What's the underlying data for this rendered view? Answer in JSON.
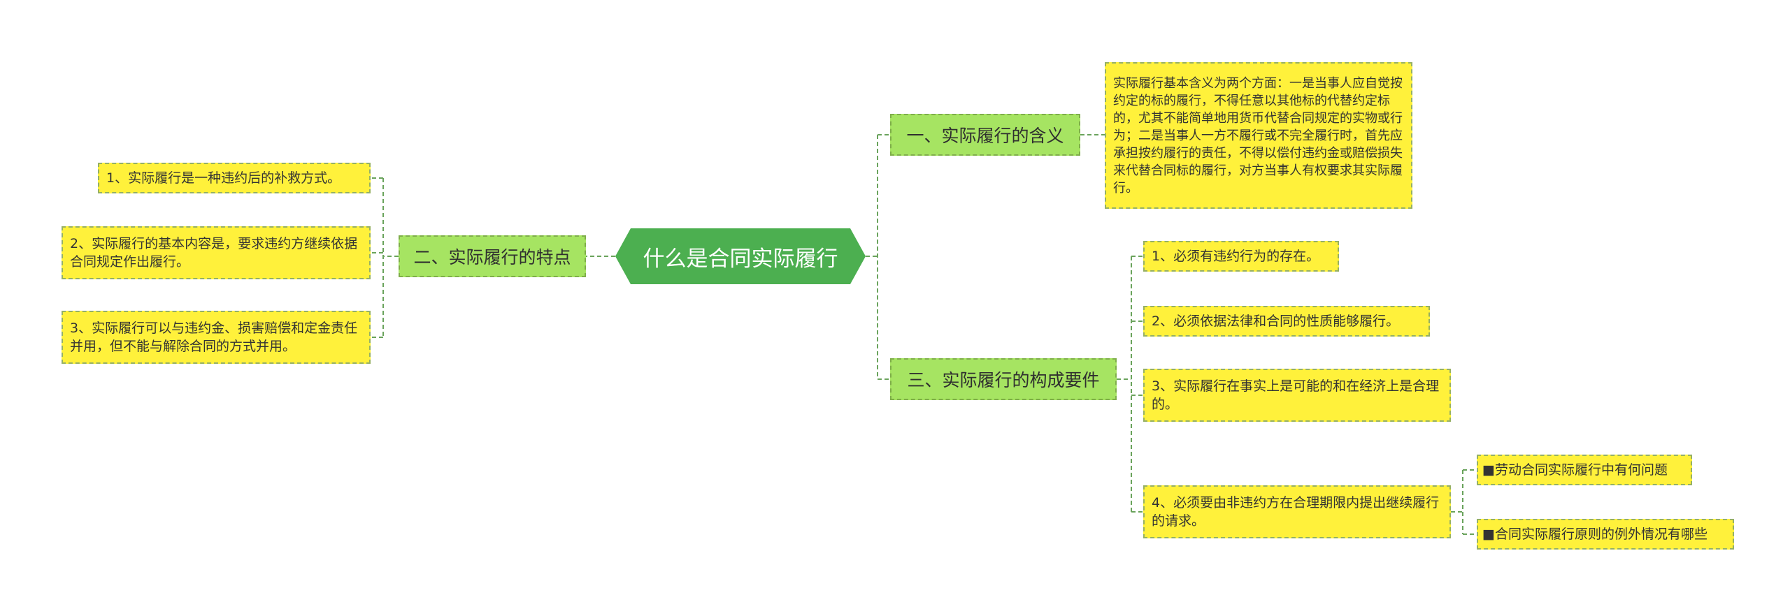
{
  "colors": {
    "root": "#4caf50",
    "branch": "#a6e462",
    "leaf": "#fff13b",
    "line": "#6aa35c"
  },
  "root": {
    "label": "什么是合同实际履行"
  },
  "branches": {
    "meaning": {
      "label": "一、实际履行的含义",
      "detail": "实际履行基本含义为两个方面：一是当事人应自觉按约定的标的履行，不得任意以其他标的代替约定标的，尤其不能简单地用货币代替合同规定的实物或行为；二是当事人一方不履行或不完全履行时，首先应承担按约履行的责任，不得以偿付违约金或赔偿损失来代替合同标的履行，对方当事人有权要求其实际履行。"
    },
    "features": {
      "label": "二、实际履行的特点",
      "items": [
        "1、实际履行是一种违约后的补救方式。",
        "2、实际履行的基本内容是，要求违约方继续依据合同规定作出履行。",
        "3、实际履行可以与违约金、损害赔偿和定金责任并用，但不能与解除合同的方式并用。"
      ]
    },
    "elements": {
      "label": "三、实际履行的构成要件",
      "items": [
        "1、必须有违约行为的存在。",
        "2、必须依据法律和合同的性质能够履行。",
        "3、实际履行在事实上是可能的和在经济上是合理的。",
        "4、必须要由非违约方在合理期限内提出继续履行的请求。"
      ],
      "sub_items": [
        "■劳动合同实际履行中有何问题",
        "■合同实际履行原则的例外情况有哪些"
      ]
    }
  }
}
